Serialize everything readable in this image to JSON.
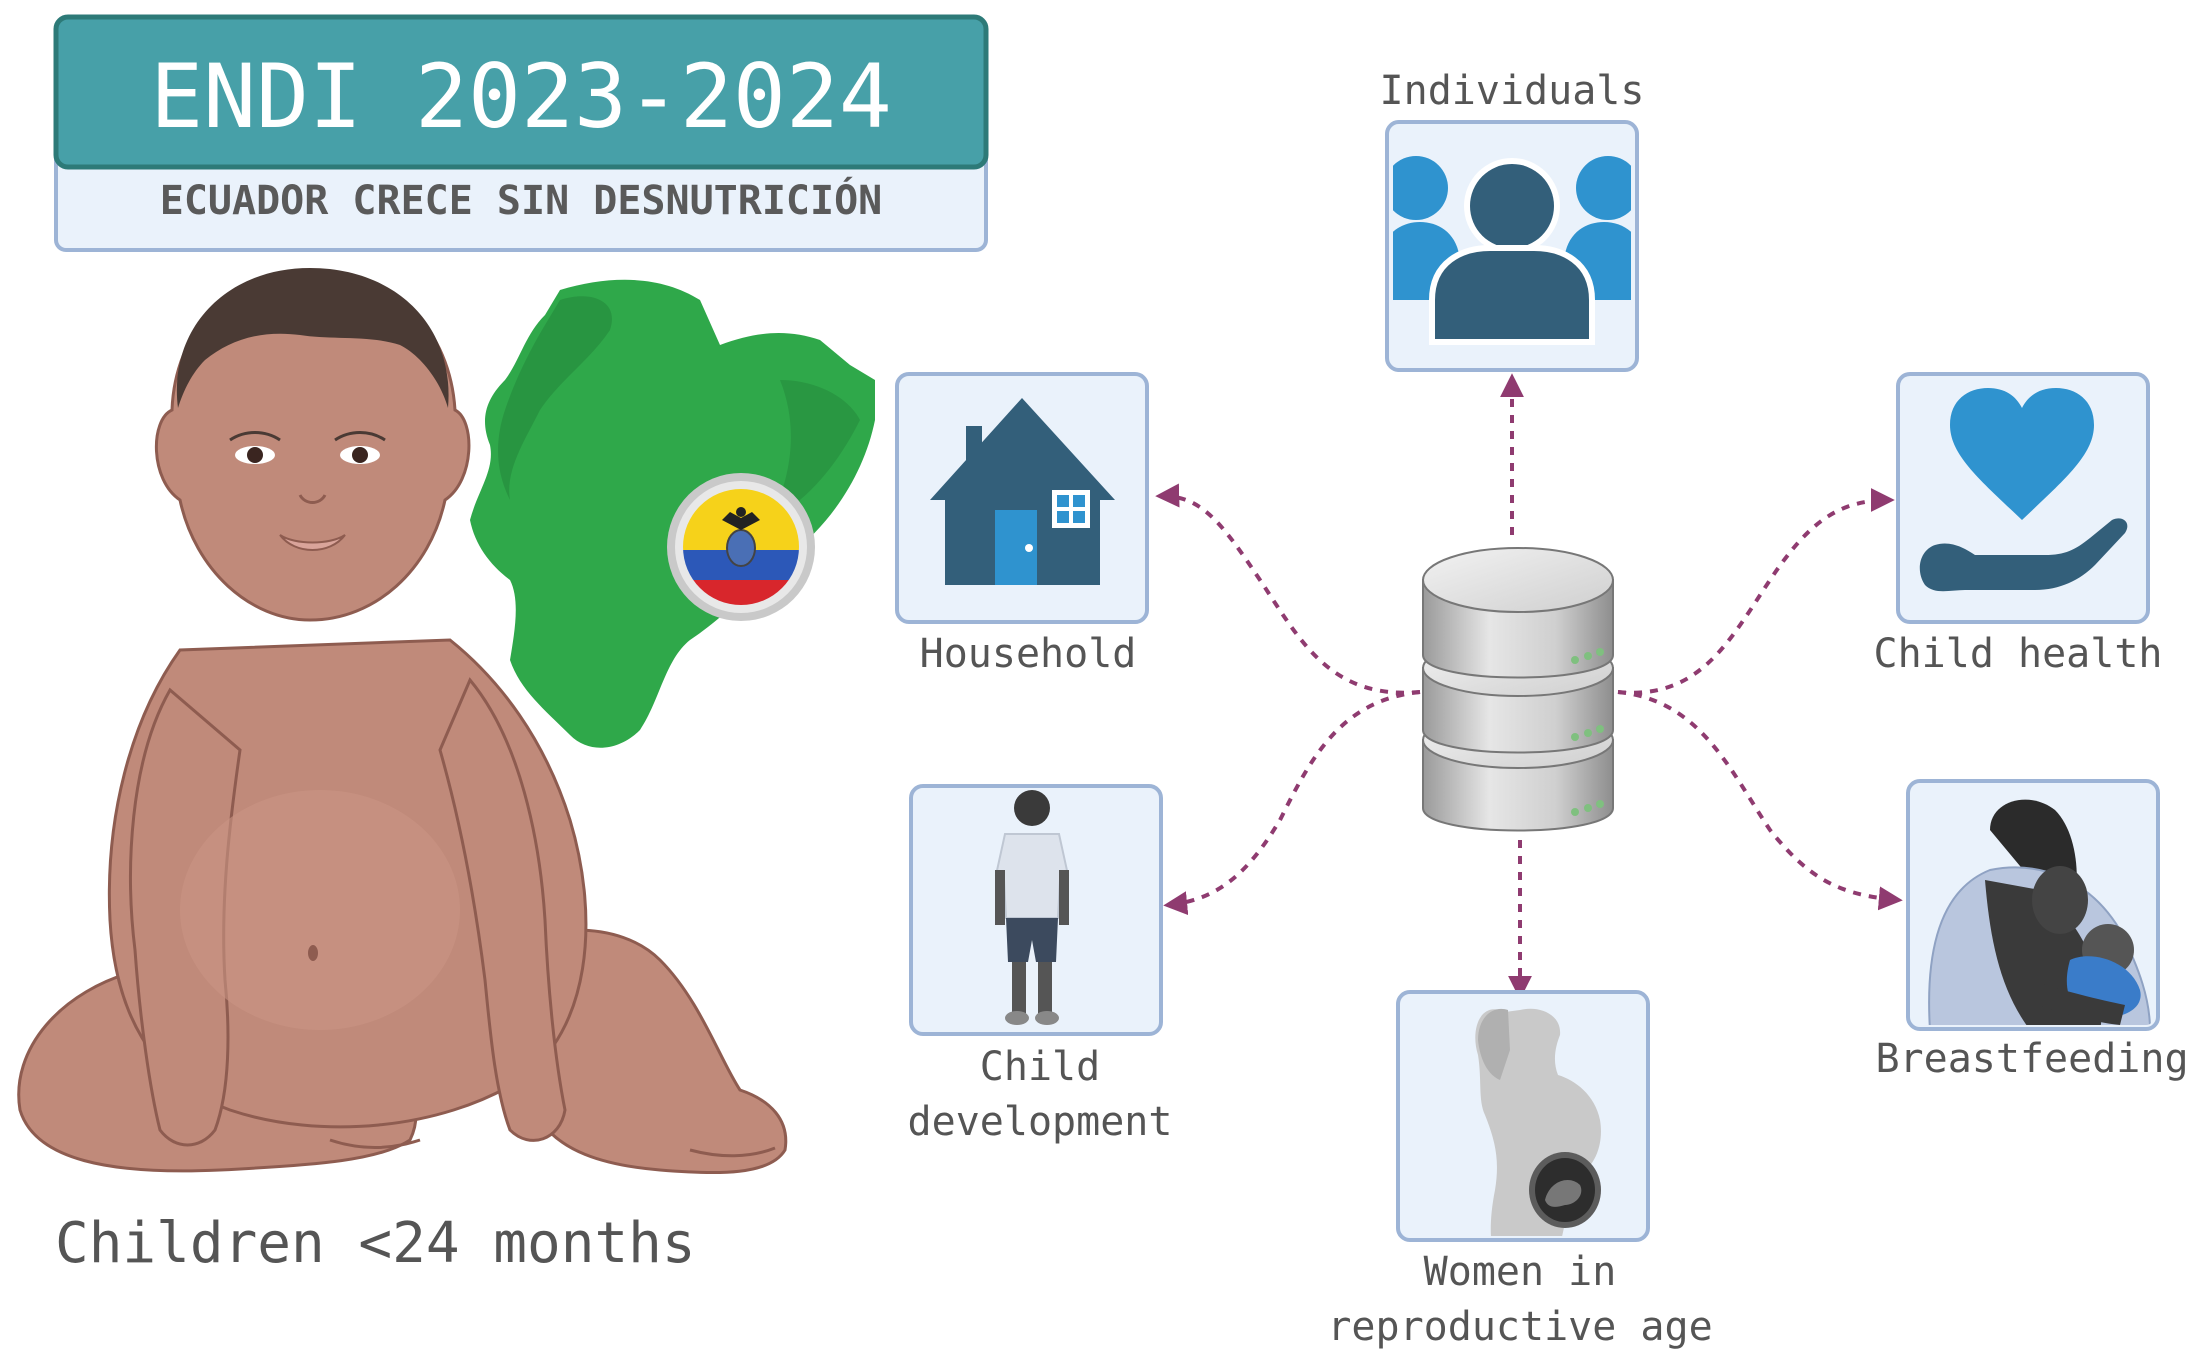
{
  "header": {
    "title": "ENDI 2023-2024",
    "subtitle": "ECUADOR CRECE SIN DESNUTRICIÓN"
  },
  "population_label": "Children <24 months",
  "hub": {
    "icon": "database-icon"
  },
  "modules": [
    {
      "id": "individuals",
      "lines": [
        "Individuals"
      ],
      "icon": "people-group-icon"
    },
    {
      "id": "household",
      "lines": [
        "Household"
      ],
      "icon": "house-icon"
    },
    {
      "id": "child-health",
      "lines": [
        "Child health"
      ],
      "icon": "heart-in-hand-icon"
    },
    {
      "id": "child-development",
      "lines": [
        "Child",
        "development"
      ],
      "icon": "child-figure-icon"
    },
    {
      "id": "breastfeeding",
      "lines": [
        "Breastfeeding"
      ],
      "icon": "mother-breastfeeding-icon"
    },
    {
      "id": "women",
      "lines": [
        "Women in",
        "reproductive age"
      ],
      "icon": "pregnant-woman-icon"
    }
  ],
  "colors": {
    "header_teal": "#47a0a8",
    "header_border": "#2d7a78",
    "panel_bg": "#eaf2fb",
    "panel_border": "#9db4d6",
    "icon_dark": "#335f7a",
    "icon_blue": "#2f93cf",
    "arrow": "#8f3b70",
    "map_green": "#2fa84a",
    "skin": "#c08a7a",
    "hair": "#4a3a34",
    "text_gray": "#555555"
  }
}
